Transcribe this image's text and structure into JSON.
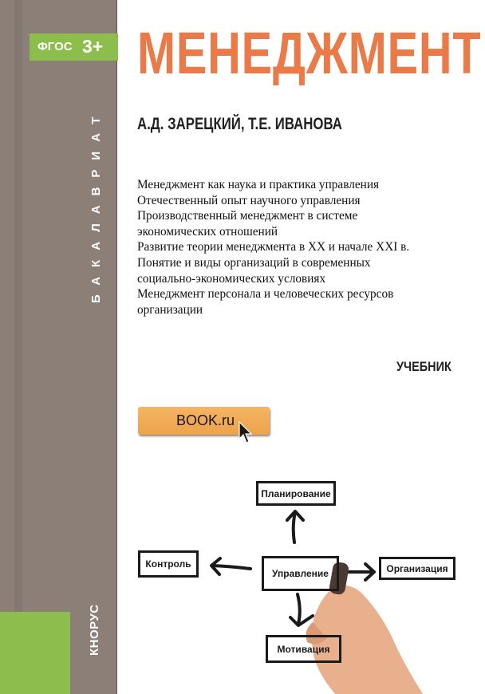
{
  "spine": {
    "standard_label": "ФГОС",
    "standard_version": "3+",
    "level": "БАКАЛАВРИАТ",
    "publisher": "КНОРУС"
  },
  "title": "МЕНЕДЖМЕНТ",
  "authors": "А.Д. ЗАРЕЦКИЙ, Т.Е. ИВАНОВА",
  "topics": [
    "Менеджмент как наука и практика управления",
    "Отечественный опыт научного управления",
    "Производственный менеджмент в системе",
    "экономических отношений",
    "Развитие теории менеджмента в XX и начале XXI в.",
    "Понятие и виды организаций в современных",
    "социально-экономических условиях",
    "Менеджмент персонала и человеческих ресурсов",
    "организации"
  ],
  "kind": "УЧЕБНИК",
  "book_button": "BOOK.ru",
  "diagram": {
    "center": "Управление",
    "top": "Планирование",
    "left": "Контроль",
    "right": "Организация",
    "bottom": "Мотивация"
  },
  "colors": {
    "title": "#ea7a47",
    "green": "#8dbd4c",
    "spine": "#8b7f78",
    "button": "#f0aa55"
  }
}
